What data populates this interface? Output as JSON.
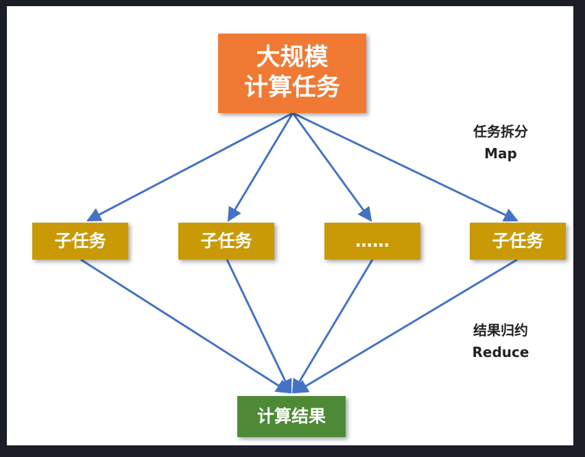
{
  "diagram": {
    "top_task": "大规模\n计算任务",
    "subtasks": [
      "子任务",
      "子任务",
      "……",
      "子任务"
    ],
    "result": "计算结果",
    "map_label": {
      "cn": "任务拆分",
      "en": "Map"
    },
    "reduce_label": {
      "cn": "结果归约",
      "en": "Reduce"
    }
  },
  "colors": {
    "top_task": "#f07a34",
    "subtask": "#c99a06",
    "result": "#4e8a36",
    "arrow": "#4472c4"
  }
}
